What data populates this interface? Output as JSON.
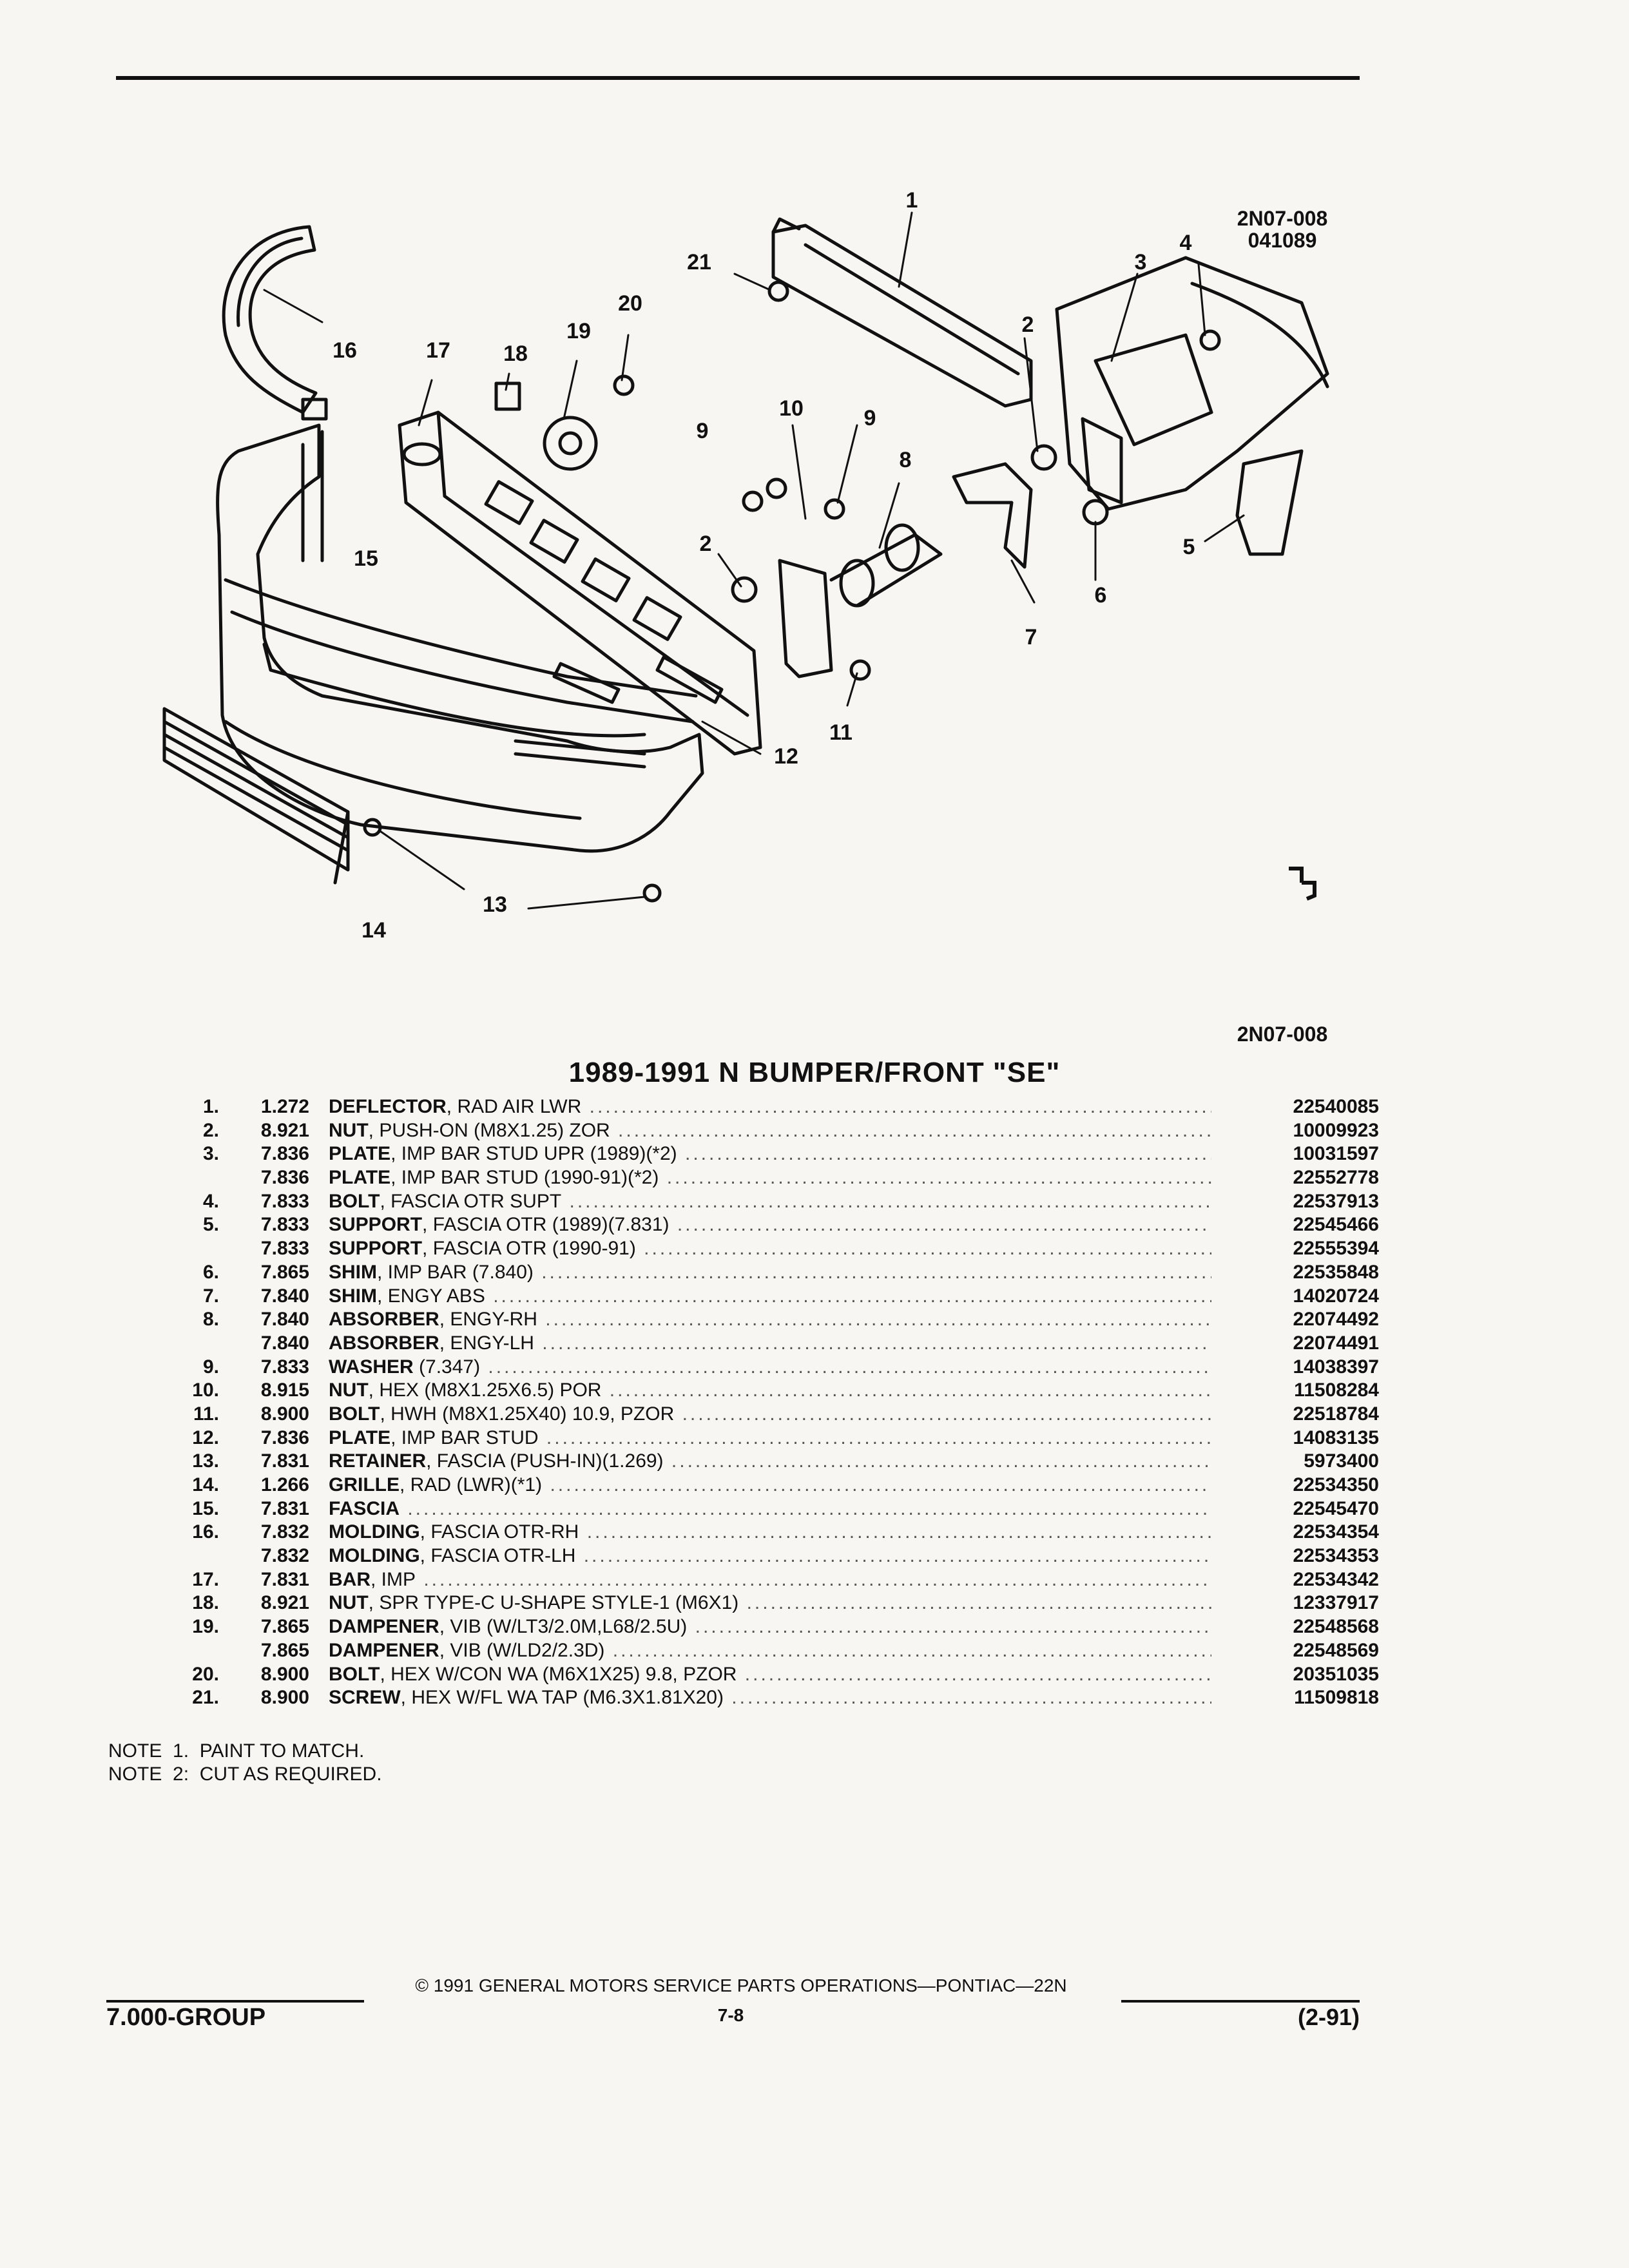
{
  "header": {
    "figure_id": "2N07-008",
    "figure_date": "041089"
  },
  "diagram": {
    "callouts": [
      "1",
      "2",
      "3",
      "4",
      "5",
      "6",
      "7",
      "8",
      "9",
      "10",
      "11",
      "12",
      "13",
      "14",
      "15",
      "16",
      "17",
      "18",
      "19",
      "20",
      "21"
    ],
    "figure_ref": "2N07-008"
  },
  "title": "1989-1991 N BUMPER/FRONT \"SE\"",
  "parts": [
    {
      "no": "1.",
      "grp": "1.272",
      "name": "DEFLECTOR",
      "detail": ", RAD AIR LWR",
      "pn": "22540085"
    },
    {
      "no": "2.",
      "grp": "8.921",
      "name": "NUT",
      "detail": ", PUSH-ON (M8X1.25) ZOR",
      "pn": "10009923"
    },
    {
      "no": "3.",
      "grp": "7.836",
      "name": "PLATE",
      "detail": ", IMP BAR STUD UPR (1989)(*2)",
      "pn": "10031597"
    },
    {
      "no": "",
      "grp": "7.836",
      "name": "PLATE",
      "detail": ", IMP BAR STUD (1990-91)(*2)",
      "pn": "22552778"
    },
    {
      "no": "4.",
      "grp": "7.833",
      "name": "BOLT",
      "detail": ", FASCIA OTR SUPT",
      "pn": "22537913"
    },
    {
      "no": "5.",
      "grp": "7.833",
      "name": "SUPPORT",
      "detail": ", FASCIA OTR (1989)(7.831)",
      "pn": "22545466"
    },
    {
      "no": "",
      "grp": "7.833",
      "name": "SUPPORT",
      "detail": ", FASCIA OTR (1990-91)",
      "pn": "22555394"
    },
    {
      "no": "6.",
      "grp": "7.865",
      "name": "SHIM",
      "detail": ", IMP BAR (7.840)",
      "pn": "22535848"
    },
    {
      "no": "7.",
      "grp": "7.840",
      "name": "SHIM",
      "detail": ", ENGY ABS",
      "pn": "14020724"
    },
    {
      "no": "8.",
      "grp": "7.840",
      "name": "ABSORBER",
      "detail": ", ENGY-RH",
      "pn": "22074492"
    },
    {
      "no": "",
      "grp": "7.840",
      "name": "ABSORBER",
      "detail": ", ENGY-LH",
      "pn": "22074491"
    },
    {
      "no": "9.",
      "grp": "7.833",
      "name": "WASHER",
      "detail": " (7.347)",
      "pn": "14038397"
    },
    {
      "no": "10.",
      "grp": "8.915",
      "name": "NUT",
      "detail": ", HEX (M8X1.25X6.5) POR",
      "pn": "11508284"
    },
    {
      "no": "11.",
      "grp": "8.900",
      "name": "BOLT",
      "detail": ", HWH (M8X1.25X40) 10.9, PZOR",
      "pn": "22518784"
    },
    {
      "no": "12.",
      "grp": "7.836",
      "name": "PLATE",
      "detail": ", IMP BAR STUD",
      "pn": "14083135"
    },
    {
      "no": "13.",
      "grp": "7.831",
      "name": "RETAINER",
      "detail": ", FASCIA (PUSH-IN)(1.269)",
      "pn": "5973400"
    },
    {
      "no": "14.",
      "grp": "1.266",
      "name": "GRILLE",
      "detail": ", RAD (LWR)(*1)",
      "pn": "22534350"
    },
    {
      "no": "15.",
      "grp": "7.831",
      "name": "FASCIA",
      "detail": "",
      "pn": "22545470"
    },
    {
      "no": "16.",
      "grp": "7.832",
      "name": "MOLDING",
      "detail": ", FASCIA OTR-RH",
      "pn": "22534354"
    },
    {
      "no": "",
      "grp": "7.832",
      "name": "MOLDING",
      "detail": ", FASCIA OTR-LH",
      "pn": "22534353"
    },
    {
      "no": "17.",
      "grp": "7.831",
      "name": "BAR",
      "detail": ", IMP",
      "pn": "22534342"
    },
    {
      "no": "18.",
      "grp": "8.921",
      "name": "NUT",
      "detail": ", SPR TYPE-C U-SHAPE STYLE-1 (M6X1)",
      "pn": "12337917"
    },
    {
      "no": "19.",
      "grp": "7.865",
      "name": "DAMPENER",
      "detail": ", VIB (W/LT3/2.0M,L68/2.5U)",
      "pn": "22548568"
    },
    {
      "no": "",
      "grp": "7.865",
      "name": "DAMPENER",
      "detail": ", VIB (W/LD2/2.3D)",
      "pn": "22548569"
    },
    {
      "no": "20.",
      "grp": "8.900",
      "name": "BOLT",
      "detail": ", HEX W/CON WA (M6X1X25) 9.8, PZOR",
      "pn": "20351035"
    },
    {
      "no": "21.",
      "grp": "8.900",
      "name": "SCREW",
      "detail": ", HEX W/FL WA TAP (M6.3X1.81X20)",
      "pn": "11509818"
    }
  ],
  "notes": [
    "NOTE  1.  PAINT TO MATCH.",
    "NOTE  2:  CUT AS REQUIRED."
  ],
  "footer": {
    "copyright": "© 1991 GENERAL MOTORS SERVICE PARTS OPERATIONS—PONTIAC—22N",
    "group": "7.000-GROUP",
    "page": "7-8",
    "revision": "(2-91)"
  }
}
